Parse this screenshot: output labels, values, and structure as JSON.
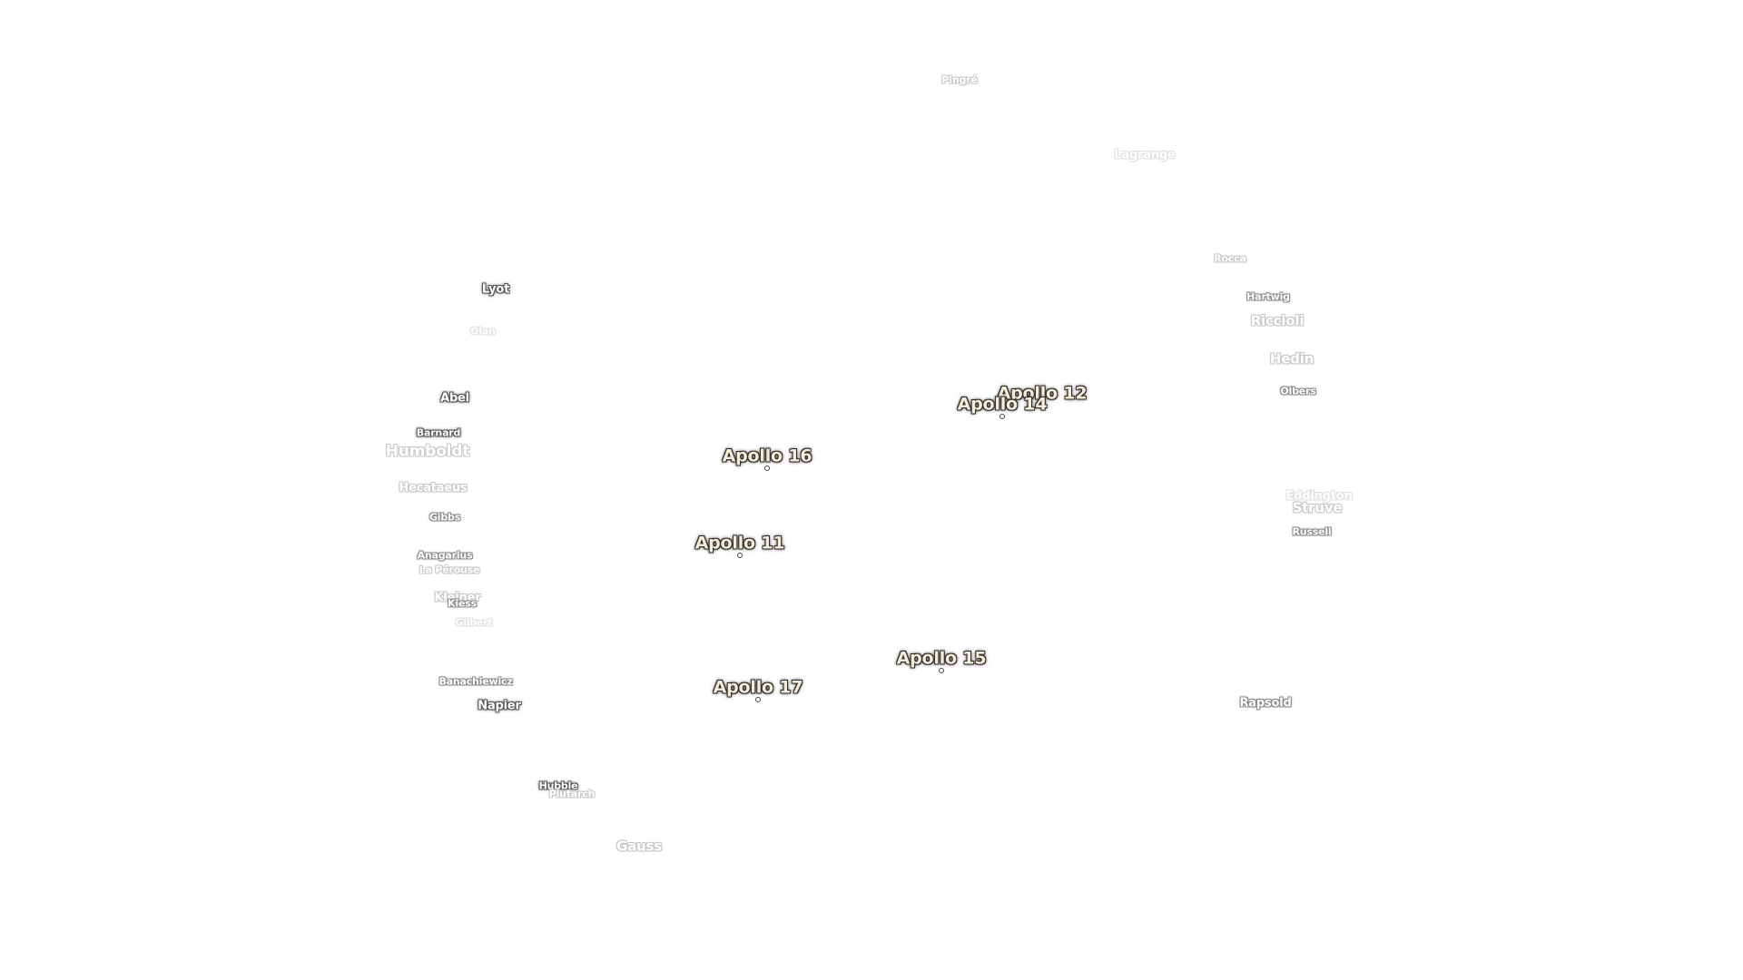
{
  "map": {
    "craters": {
      "pingre": "Pingré",
      "lagrange": "Lagrange",
      "rocca": "Rocca",
      "hartwig": "Hartwig",
      "riccioli": "Riccioli",
      "hedin": "Hedin",
      "olbers": "Olbers",
      "eddington": "Eddington",
      "struve": "Struve",
      "russell": "Russell",
      "rapsold": "Rapsold",
      "lyot": "Lyot",
      "olan": "Olan",
      "abel": "Abel",
      "barnard": "Barnard",
      "humboldt": "Humboldt",
      "hecataeus": "Hecataeus",
      "gibbs": "Gibbs",
      "anagarius": "Anagarius",
      "la_perouse": "La Pérouse",
      "kleiner": "Kleiner",
      "kiess": "Kiess",
      "gilbert": "Gilbert",
      "banachiewicz": "Banachiewicz",
      "napier": "Napier",
      "hubble": "Hubble",
      "plutarch": "Plutarch",
      "gauss": "Gauss"
    },
    "apollo_sites": {
      "apollo_11": "Apollo 11",
      "apollo_12": "Apollo 12",
      "apollo_14": "Apollo 14",
      "apollo_15": "Apollo 15",
      "apollo_16": "Apollo 16",
      "apollo_17": "Apollo 17"
    },
    "colors": {
      "background": "#ffffff",
      "apollo_text": "#f4ecd6",
      "apollo_halo": "#2b2b2b",
      "crater_text": "#ffffff",
      "crater_halo": "#555555"
    }
  }
}
